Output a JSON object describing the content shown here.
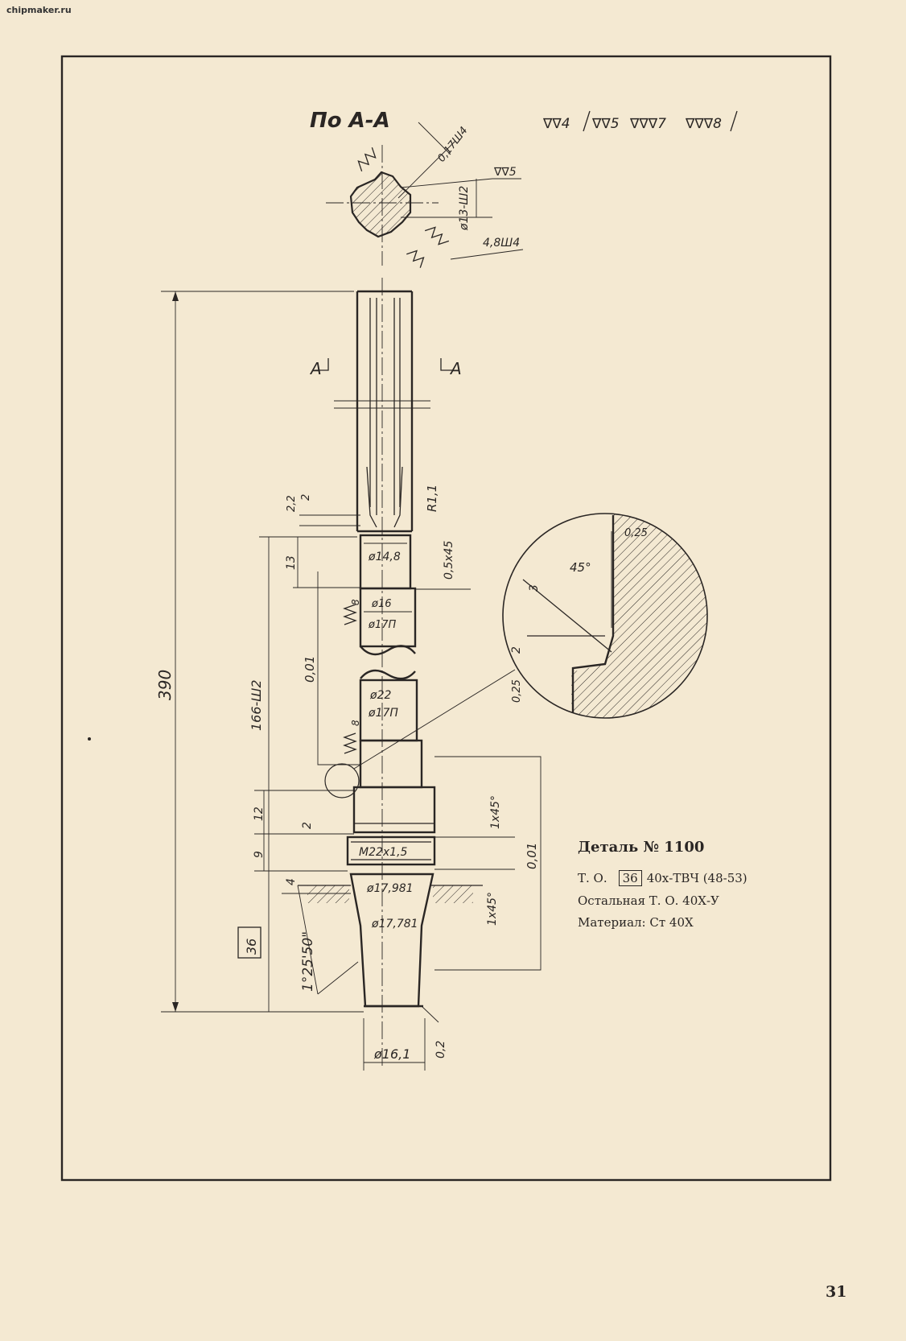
{
  "watermark": "chipmaker.ru",
  "drawing": {
    "section_title": "По А-А",
    "section_label": "А",
    "roughness": [
      "∇∇4",
      "∇∇5",
      "∇∇∇7",
      "∇∇∇8"
    ],
    "dims": {
      "spline_width": "0,17Ш4",
      "spline_dia": "ø13-Ш2",
      "roughness_5": "∇∇5",
      "groove": "4,8Ш4",
      "length_total": "390",
      "length_166": "166-Ш2",
      "d_22": "2,2",
      "d_2a": "2",
      "radius": "R1,1",
      "d_13": "13",
      "dia_148": "ø14,8",
      "chamfer_05": "0,5x45",
      "dia_16": "ø16",
      "dia_17p_a": "ø17П",
      "rough_8a": "8",
      "runout_001": "0,01",
      "dia_22": "ø22",
      "dia_17p_b": "ø17П",
      "rough_8b": "8",
      "d_12": "12",
      "d_2b": "2",
      "chamfer_1x45a": "1x45°",
      "d_9": "9",
      "thread": "М22x1,5",
      "runout_001b": "0,01",
      "d_4": "4",
      "dia_17981": "ø17,981",
      "chamfer_1x45b": "1x45°",
      "dia_17781": "ø17,781",
      "box_36": "36",
      "taper_angle": "1°25'50\"",
      "dia_161": "ø16,1",
      "d_02": "0,2",
      "detail_45": "45°",
      "detail_025a": "0,25",
      "detail_3": "3",
      "detail_2": "2",
      "detail_025b": "0,25"
    }
  },
  "spec": {
    "title": "Деталь № 1100",
    "to_label": "Т. О.",
    "to_box": "36",
    "to_value": "40х-ТВЧ (48-53)",
    "rest": "Остальная Т. О. 40Х-У",
    "material": "Материал: Ст 40Х"
  },
  "page_number": "31"
}
